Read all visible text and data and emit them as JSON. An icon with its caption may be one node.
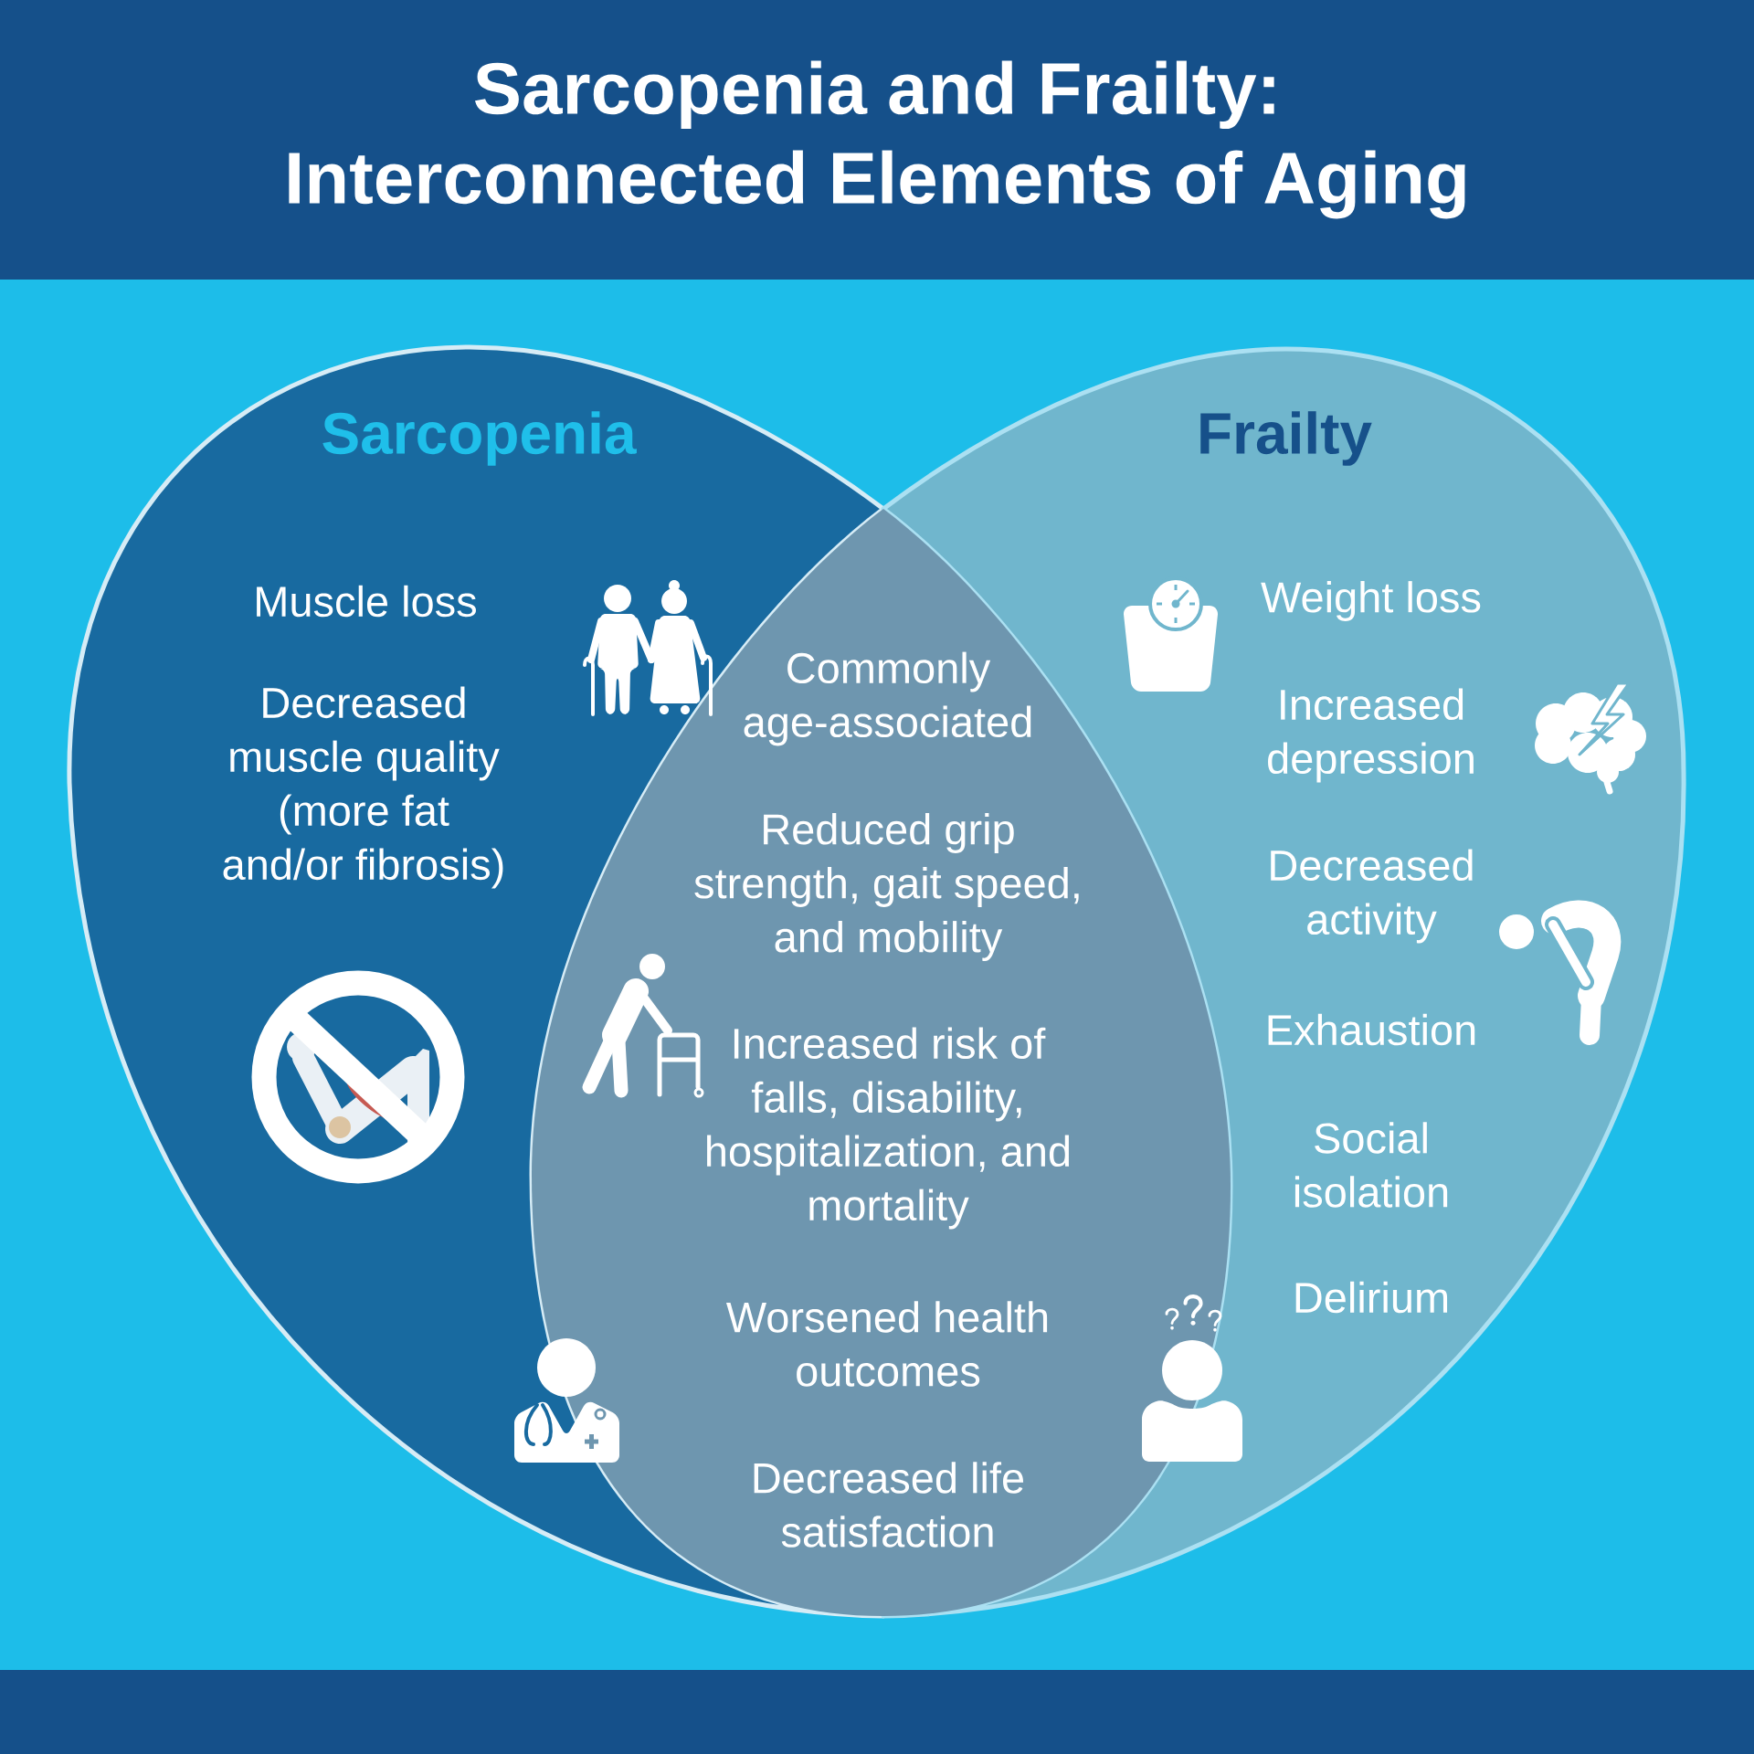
{
  "diagram": {
    "title": "Sarcopenia and Frailty: Interconnected Elements of Aging",
    "nodes": [
      {
        "text": [
          "Sarcopenia",
          "Muscle loss",
          "Decreased muscle quality (more fat and/or fibrosis)"
        ]
      },
      {
        "text": [
          "Frailty",
          "Weight loss",
          "Increased depression",
          "Decreased activity",
          "Exhaustion",
          "Social isolation",
          "Delirium"
        ]
      },
      {
        "text": [
          "Commonly age-associated",
          "Reduced grip strength, gait speed, and mobility",
          "Increased risk of falls, disability, hospitalization, and mortality",
          "Worsened health outcomes",
          "Decreased life satisfaction"
        ]
      }
    ]
  }
}
